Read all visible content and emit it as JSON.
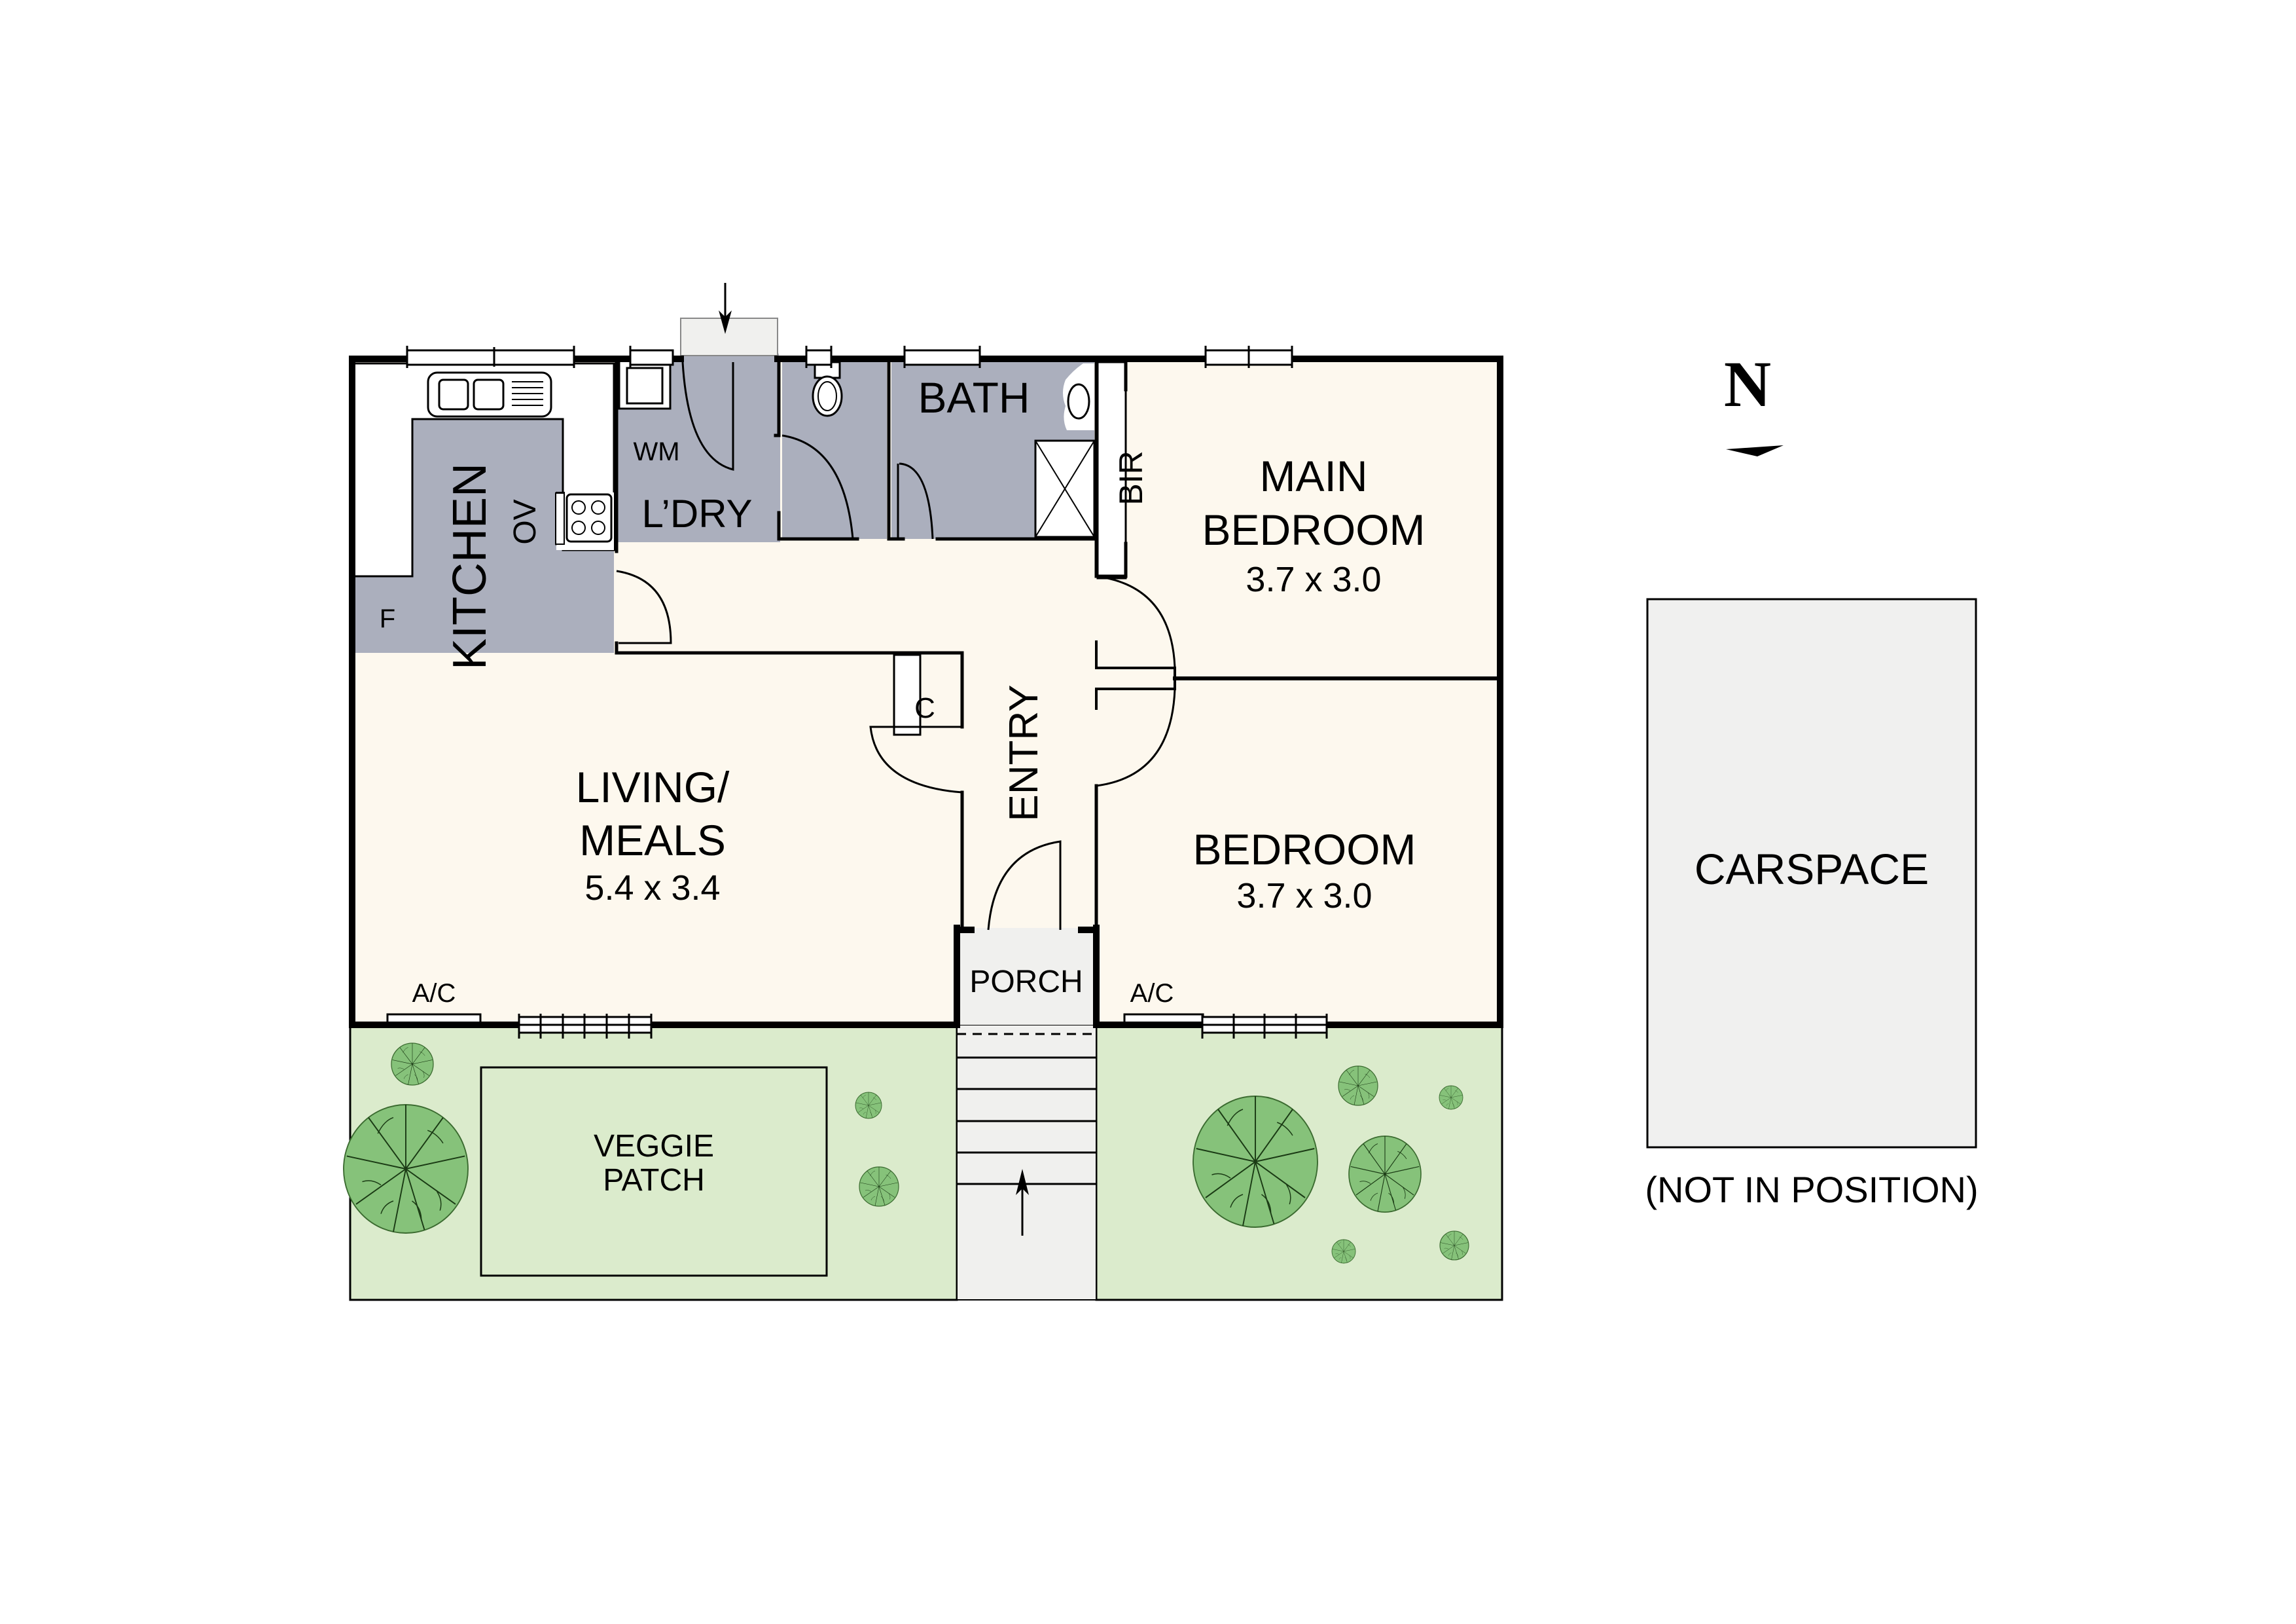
{
  "colors": {
    "wall": "#000000",
    "living_floor": "#fdf8ee",
    "wet_area": "#abafbd",
    "garden": "#dbebcc",
    "tree_fill": "#86c27a",
    "path": "#f0f0ee",
    "carspace": "#f0f0ef",
    "built_in": "#ffffff"
  },
  "rooms": {
    "kitchen": {
      "label": "KITCHEN"
    },
    "oven": {
      "label": "OV"
    },
    "fridge": {
      "label": "F"
    },
    "washing_machine": {
      "label": "WM"
    },
    "laundry": {
      "label": "L’DRY"
    },
    "bath": {
      "label": "BATH"
    },
    "bir": {
      "label": "BIR"
    },
    "main_bedroom": {
      "label_line1": "MAIN",
      "label_line2": "BEDROOM",
      "dimensions": "3.7 x 3.0"
    },
    "living_meals": {
      "label_line1": "LIVING/",
      "label_line2": "MEALS",
      "dimensions": "5.4 x 3.4"
    },
    "cupboard": {
      "label": "C"
    },
    "entry": {
      "label": "ENTRY"
    },
    "bedroom": {
      "label": "BEDROOM",
      "dimensions": "3.7 x 3.0"
    },
    "porch": {
      "label": "PORCH"
    },
    "ac_living": {
      "label": "A/C"
    },
    "ac_bedroom": {
      "label": "A/C"
    }
  },
  "garden": {
    "veggie_patch": {
      "label_line1": "VEGGIE",
      "label_line2": "PATCH"
    }
  },
  "carspace": {
    "label": "CARSPACE",
    "note": "(NOT IN POSITION)"
  },
  "compass": {
    "label": "N"
  }
}
